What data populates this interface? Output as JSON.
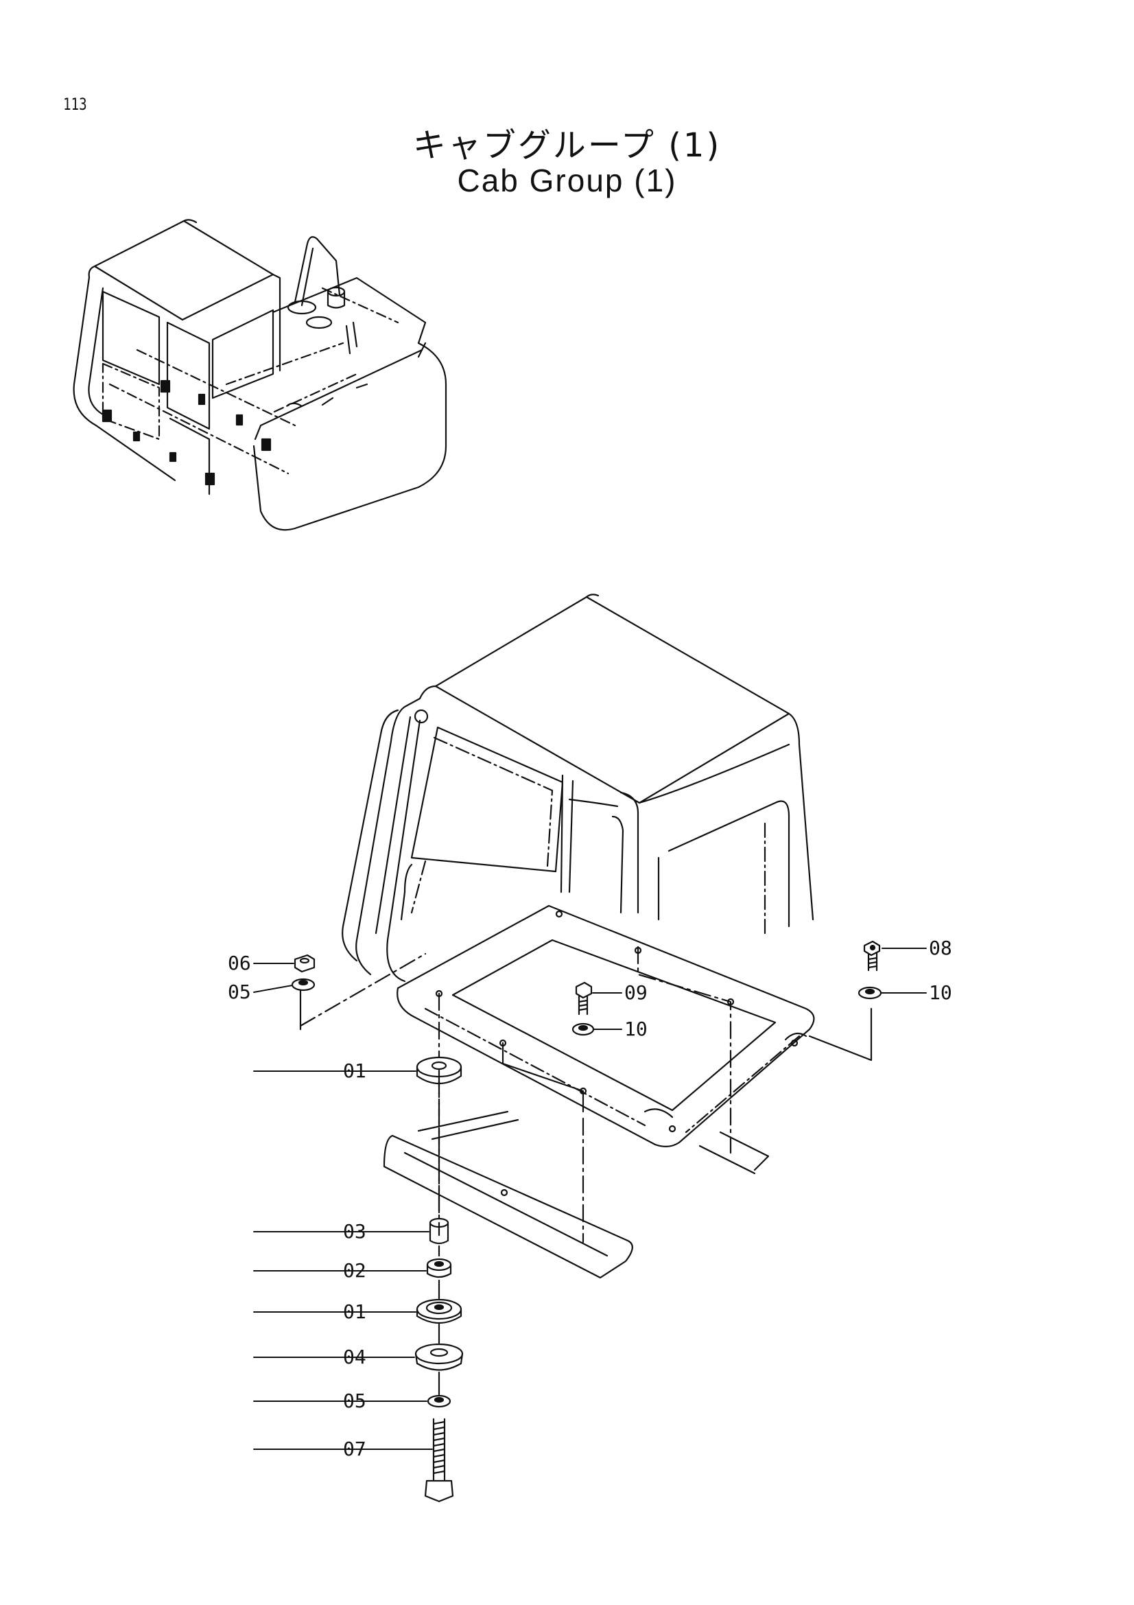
{
  "page": {
    "number": "113",
    "title_ja": "キャブグループ (1)",
    "title_en": "Cab Group (1)"
  },
  "callouts": [
    {
      "id": "c06",
      "label": "06"
    },
    {
      "id": "c05a",
      "label": "05"
    },
    {
      "id": "c01a",
      "label": "01"
    },
    {
      "id": "c09",
      "label": "09"
    },
    {
      "id": "c10a",
      "label": "10"
    },
    {
      "id": "c08",
      "label": "08"
    },
    {
      "id": "c10b",
      "label": "10"
    },
    {
      "id": "c03",
      "label": "03"
    },
    {
      "id": "c02",
      "label": "02"
    },
    {
      "id": "c01b",
      "label": "01"
    },
    {
      "id": "c04",
      "label": "04"
    },
    {
      "id": "c05b",
      "label": "05"
    },
    {
      "id": "c07",
      "label": "07"
    }
  ]
}
